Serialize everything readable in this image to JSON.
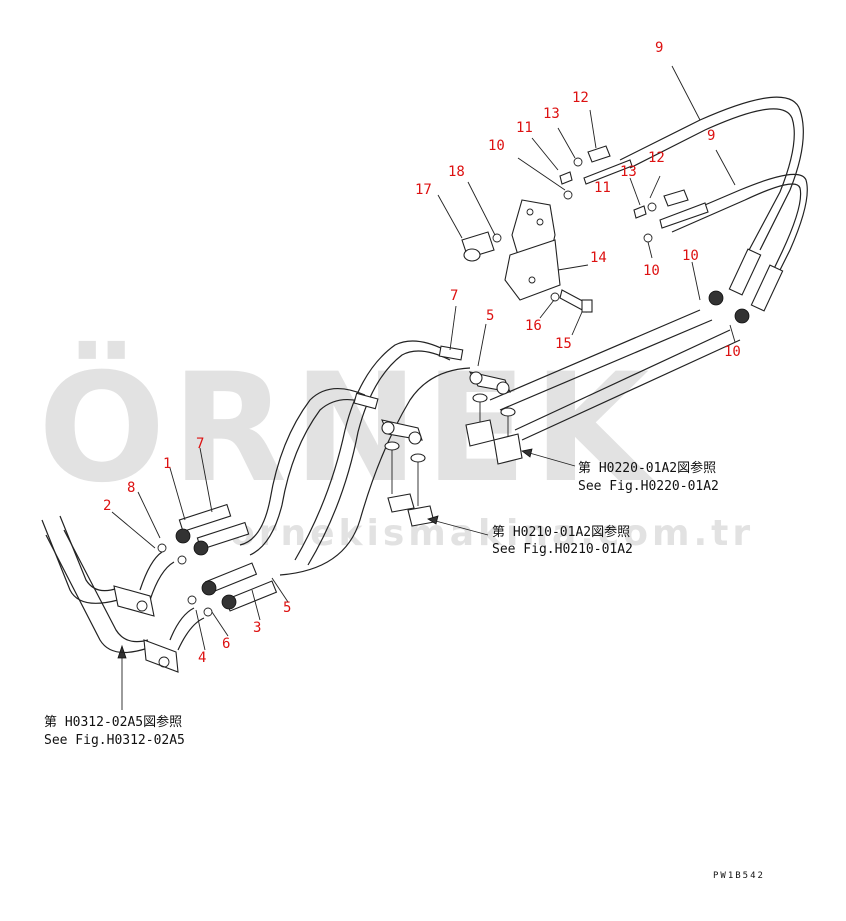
{
  "watermark": {
    "main": "ÖRNEK",
    "sub": "ornekismakina.com.tr"
  },
  "callouts": [
    {
      "id": "c9a",
      "label": "9"
    },
    {
      "id": "c9b",
      "label": "9"
    },
    {
      "id": "c12a",
      "label": "12"
    },
    {
      "id": "c13a",
      "label": "13"
    },
    {
      "id": "c11a",
      "label": "11"
    },
    {
      "id": "c10a",
      "label": "10"
    },
    {
      "id": "c11b",
      "label": "11"
    },
    {
      "id": "c13b",
      "label": "13"
    },
    {
      "id": "c12b",
      "label": "12"
    },
    {
      "id": "c18",
      "label": "18"
    },
    {
      "id": "c17",
      "label": "17"
    },
    {
      "id": "c14",
      "label": "14"
    },
    {
      "id": "c10b",
      "label": "10"
    },
    {
      "id": "c10c",
      "label": "10"
    },
    {
      "id": "c10d",
      "label": "10"
    },
    {
      "id": "c16",
      "label": "16"
    },
    {
      "id": "c15",
      "label": "15"
    },
    {
      "id": "c7a",
      "label": "7"
    },
    {
      "id": "c5a",
      "label": "5"
    },
    {
      "id": "c7b",
      "label": "7"
    },
    {
      "id": "c1",
      "label": "1"
    },
    {
      "id": "c8",
      "label": "8"
    },
    {
      "id": "c2",
      "label": "2"
    },
    {
      "id": "c3",
      "label": "3"
    },
    {
      "id": "c5b",
      "label": "5"
    },
    {
      "id": "c4",
      "label": "4"
    },
    {
      "id": "c6",
      "label": "6"
    }
  ],
  "references": [
    {
      "line1": "第 H0220-01A2図参照",
      "line2": "See Fig.H0220-01A2"
    },
    {
      "line1": "第 H0210-01A2図参照",
      "line2": "See Fig.H0210-01A2"
    },
    {
      "line1": "第 H0312-02A5図参照",
      "line2": "See Fig.H0312-02A5"
    }
  ],
  "drawing_code": "PW1B542"
}
